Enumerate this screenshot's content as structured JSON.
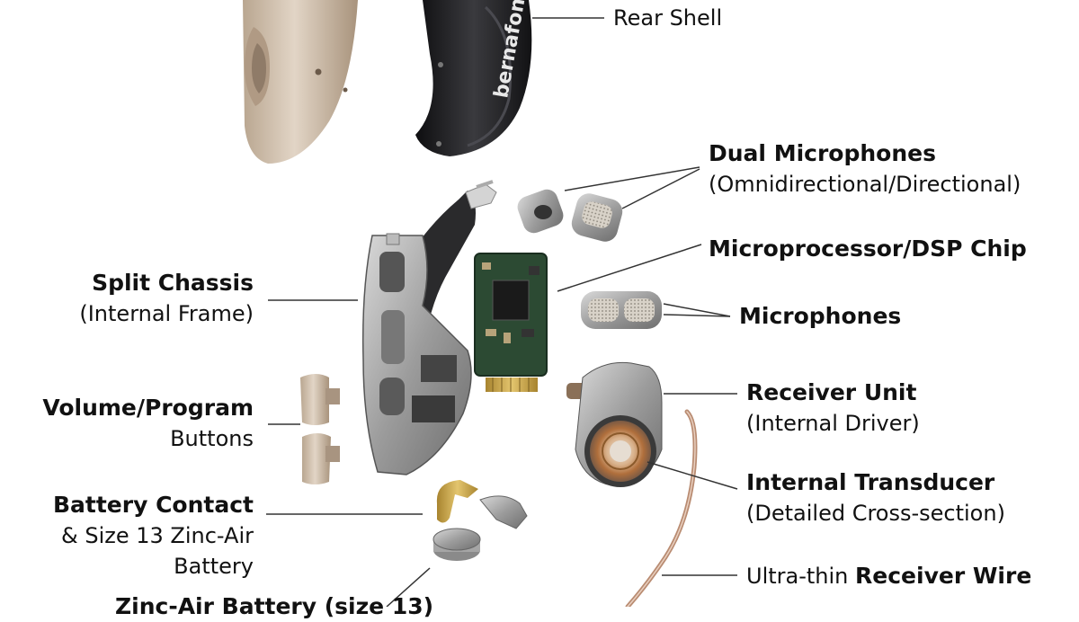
{
  "labels": {
    "rear_shell": "Rear Shell",
    "dual_mics_title": "Dual Microphones",
    "dual_mics_sub": "(Omnidirectional/Directional)",
    "dsp_chip": "Microprocessor/DSP Chip",
    "microphones": "Microphones",
    "chassis_title": "Split Chassis",
    "chassis_sub": "(Internal Frame)",
    "buttons_title": "Volume/Program",
    "buttons_sub": "Buttons",
    "receiver_title": "Receiver Unit",
    "receiver_sub": "(Internal Driver)",
    "battery_title": "Battery Contact",
    "battery_sub1": "& Size 13 Zinc-Air",
    "battery_sub2": "Battery",
    "transducer_title": "Internal Transducer",
    "transducer_sub": "(Detailed Cross-section)",
    "wire_pre": "Ultra-thin ",
    "wire_bold": "Receiver Wire",
    "cut_label": "Zinc-Air Battery (size 13)",
    "brand_text": "bernafon"
  },
  "colors": {
    "champagne": "#cdbba7",
    "black_shell": "#1d1d1f",
    "pcb_green": "#2c4a33",
    "metal_gray": "#9a9a9a",
    "gold": "#c9a64a",
    "copper": "#b87b4b"
  }
}
